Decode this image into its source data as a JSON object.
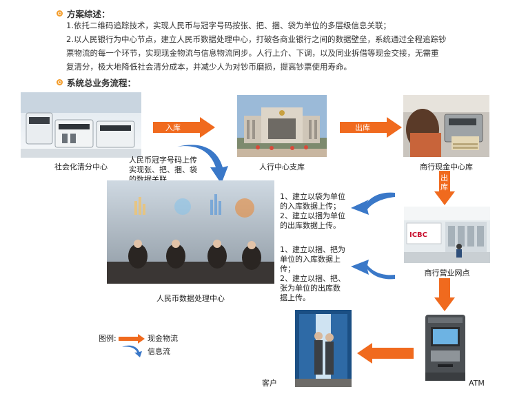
{
  "summary": {
    "title": "方案综述：",
    "para1": "1.依托二维码追踪技术，实现人民币与冠字号码按张、把、捆、袋为单位的多层级信息关联；",
    "para2_line1": "2.以人民银行为中心节点，建立人民币数据处理中心，打破各商业银行之间的数据壁垒，系统通过全程追踪钞",
    "para2_line2": "票物流的每一个环节，实现现金物流与信息物流同步。人行上介、下调，以及同业拆借等现金交接，无需重",
    "para2_line3": "复清分，极大地降低社会清分成本，并减少人为对钞币磨损，提高钞票使用寿命。"
  },
  "process": {
    "title": "系统总业务流程："
  },
  "nodes": {
    "clearing": "社会化清分中心",
    "pboc": "人行中心支库",
    "treasury": "商行现金中心库",
    "outlet": "商行营业网点",
    "datacenter": "人民币数据处理中心",
    "customer": "客户",
    "atm": "ATM"
  },
  "arrows": {
    "in_storage": "入库",
    "out_storage_1": "出库",
    "out_storage_2": "出库"
  },
  "notes": {
    "upload": [
      "人民币冠字号码上传",
      "实现张、把、捆、袋",
      "的数据关联"
    ],
    "pboc_data": [
      "1、建立以袋为单位",
      "的入库数据上传；",
      "2、建立以捆为单位",
      "的出库数据上传。"
    ],
    "treasury_data": [
      "1、建立以捆、把为",
      "单位的入库数据上",
      "传；",
      "2、建立以捆、把、",
      "张为单位的出库数",
      "据上传。"
    ]
  },
  "legend": {
    "title": "图例:",
    "cash_flow": "现金物流",
    "info_flow": "信息流"
  },
  "colors": {
    "cash_arrow": "#f06a1e",
    "info_arrow": "#3a78c8",
    "bullet": "#f39c2a"
  }
}
